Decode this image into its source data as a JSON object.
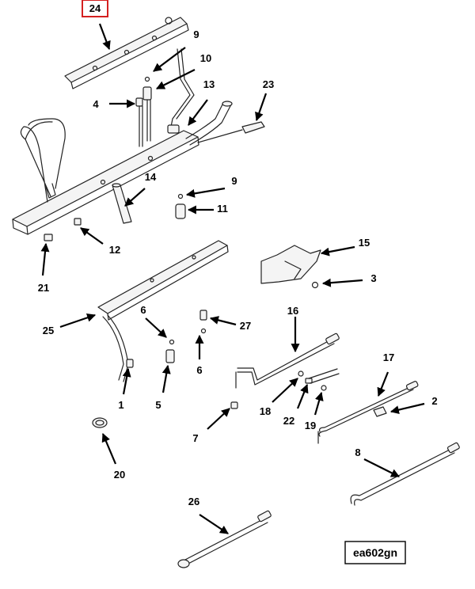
{
  "figure_id": "ea602gn",
  "highlighted_callout": "24",
  "callouts": [
    "24",
    "9",
    "10",
    "13",
    "23",
    "4",
    "14",
    "9",
    "11",
    "12",
    "21",
    "15",
    "3",
    "25",
    "6",
    "27",
    "16",
    "1",
    "5",
    "6",
    "18",
    "22",
    "19",
    "17",
    "2",
    "7",
    "20",
    "8",
    "26"
  ]
}
